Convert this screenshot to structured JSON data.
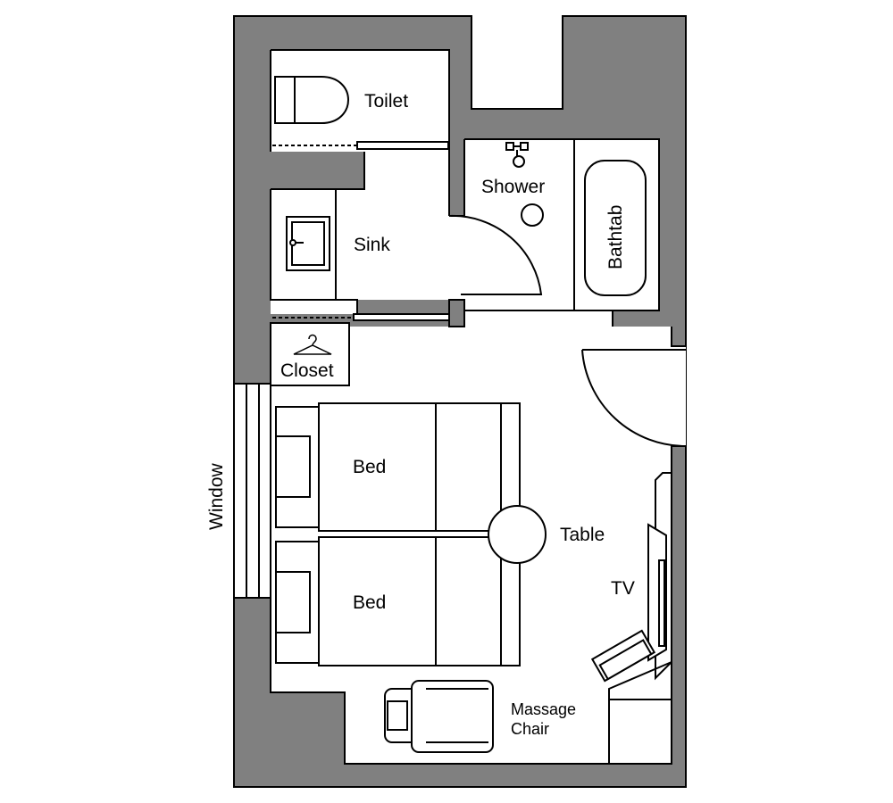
{
  "labels": {
    "toilet": "Toilet",
    "shower": "Shower",
    "bathtab": "Bathtab",
    "sink": "Sink",
    "closet": "Closet",
    "window": "Window",
    "bed_1": "Bed",
    "bed_2": "Bed",
    "table": "Table",
    "tv": "TV",
    "massage_chair_line1": "Massage",
    "massage_chair_line2": "Chair"
  },
  "colors": {
    "wall": "#808080",
    "outline": "#000000",
    "floor": "#ffffff"
  }
}
